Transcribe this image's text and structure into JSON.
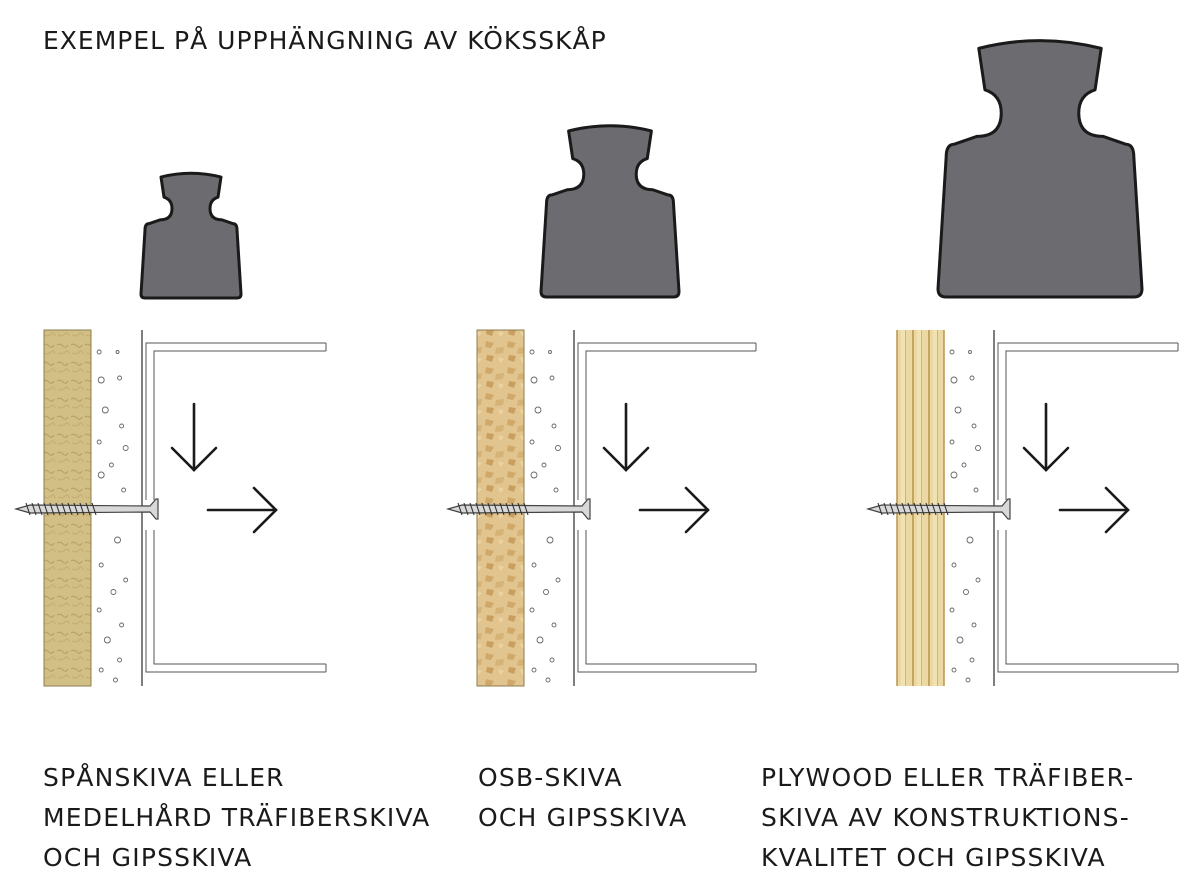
{
  "title": "EXEMPEL PÅ UPPHÄNGNING AV KÖKSSKÅP",
  "panels": [
    {
      "board": "spanskiva",
      "weight_size": "small",
      "caption": [
        "SPÅNSKIVA ELLER",
        "MEDELHÅRD TRÄFIBERSKIVA",
        "OCH GIPSSKIVA"
      ]
    },
    {
      "board": "osb",
      "weight_size": "medium",
      "caption": [
        "OSB-SKIVA",
        "OCH GIPSSKIVA"
      ]
    },
    {
      "board": "plywood",
      "weight_size": "large",
      "caption": [
        "PLYWOOD ELLER TRÄFIBER-",
        "SKIVA AV KONSTRUKTIONS-",
        "KVALITET OCH GIPSSKIVA"
      ]
    }
  ],
  "colors": {
    "weight": "#6b6b70",
    "outline": "#1a1a1a",
    "chipboard": "#d2bf86",
    "osb": "#e0c088",
    "plywood": "#ebd8a2",
    "screw": "#d8d8d8"
  }
}
